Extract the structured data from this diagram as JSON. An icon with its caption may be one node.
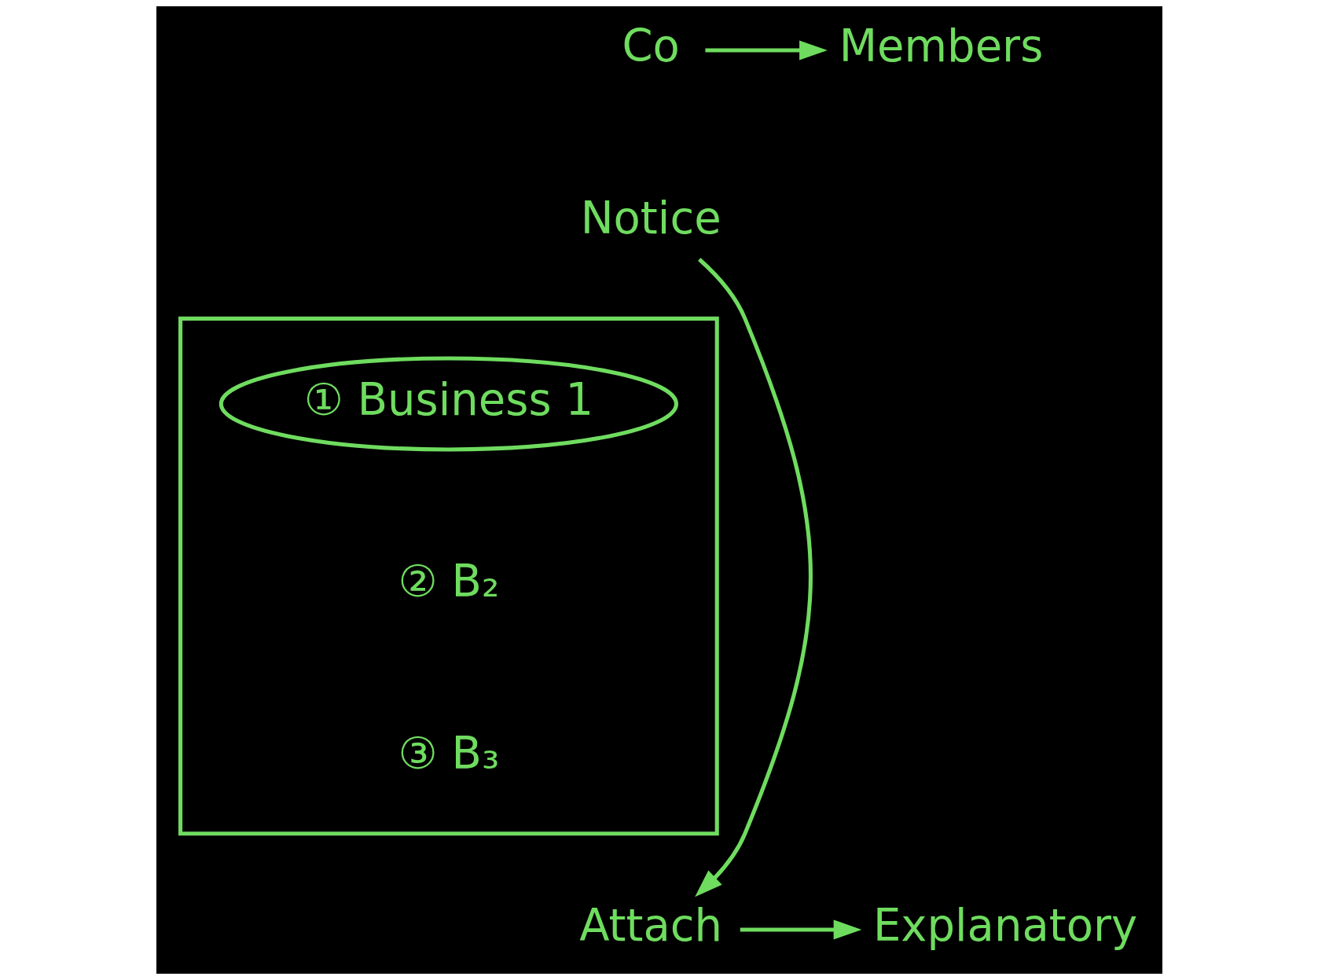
{
  "diagram": {
    "nodes": [
      {
        "text": [
          "Co"
        ]
      },
      {
        "text": [
          "Members"
        ]
      },
      {
        "text": [
          "Notice"
        ]
      },
      {
        "text": [],
        "shape": "box"
      },
      {
        "text": [
          "① Business 1"
        ],
        "in": 3
      },
      {
        "text": [
          "② B₂"
        ],
        "in": 3
      },
      {
        "text": [
          "③ B₃"
        ],
        "in": 3
      },
      {
        "text": [
          "Attach"
        ]
      },
      {
        "text": [
          "Explanatory"
        ]
      }
    ],
    "edges": [
      {
        "from": 0,
        "to": 1,
        "arrow": "to"
      },
      {
        "from": 2,
        "to": 7,
        "arrow": "to"
      },
      {
        "from": 7,
        "to": 8,
        "arrow": "to"
      }
    ]
  }
}
